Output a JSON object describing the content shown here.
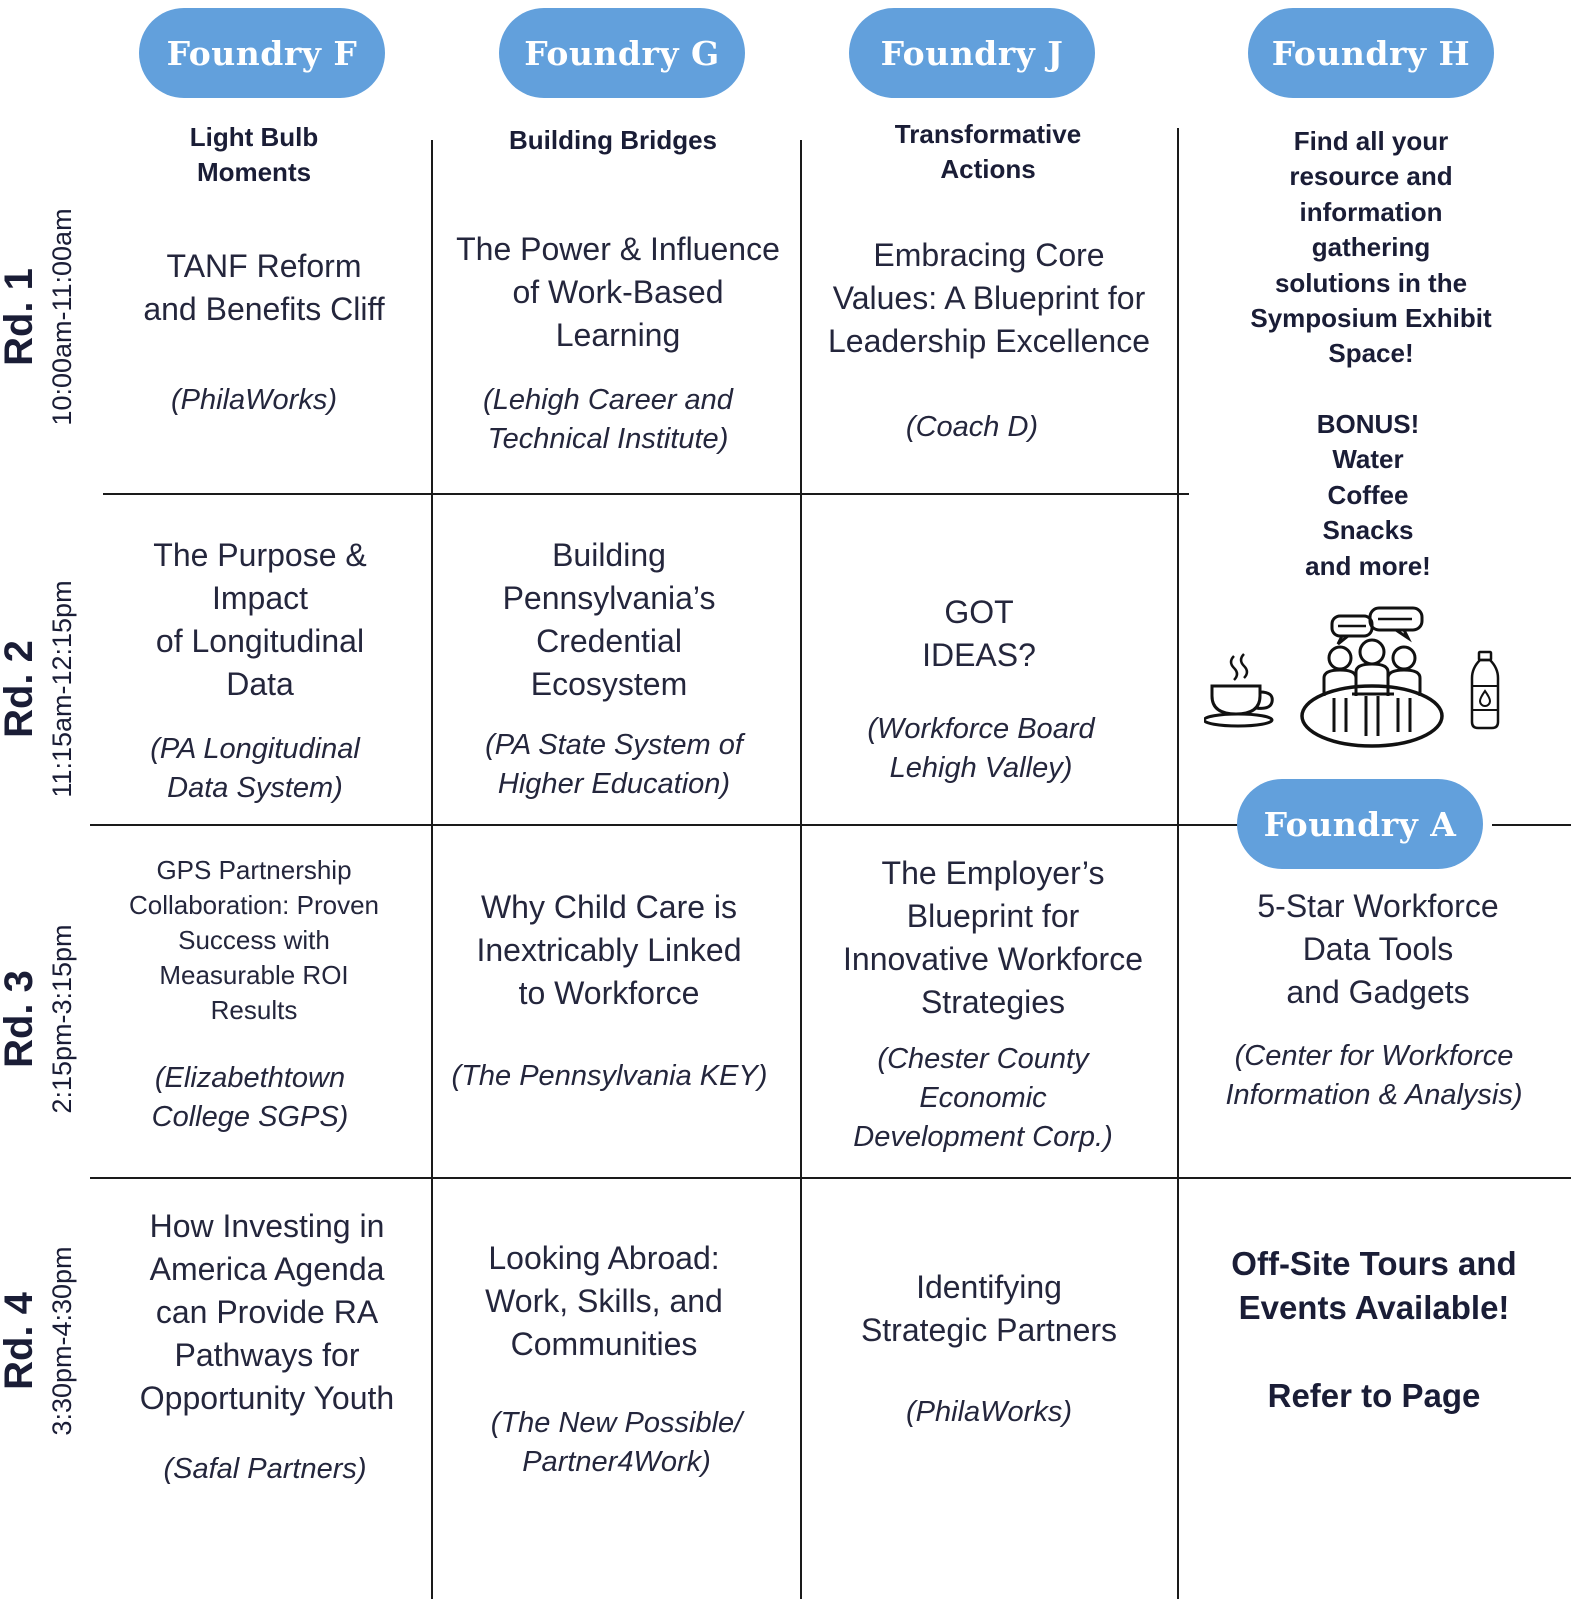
{
  "rooms": [
    "Foundry F",
    "Foundry G",
    "Foundry J",
    "Foundry H"
  ],
  "room_a": "Foundry A",
  "themes": [
    [
      "Light Bulb",
      "Moments"
    ],
    [
      "Building Bridges"
    ],
    [
      "Transformative",
      "Actions"
    ]
  ],
  "rounds": [
    {
      "label": "Rd. 1",
      "time": "10:00am-11:00am"
    },
    {
      "label": "Rd. 2",
      "time": "11:15am-12:15pm"
    },
    {
      "label": "Rd. 3",
      "time": "2:15pm-3:15pm"
    },
    {
      "label": "Rd. 4",
      "time": "3:30pm-4:30pm"
    }
  ],
  "sessions": {
    "r1": [
      {
        "title": [
          "TANF Reform",
          "and Benefits Cliff"
        ],
        "org": [
          "(PhilaWorks)"
        ]
      },
      {
        "title": [
          "The Power & Influence",
          "of Work-Based",
          "Learning"
        ],
        "org": [
          "(Lehigh Career and",
          "Technical Institute)"
        ]
      },
      {
        "title": [
          "Embracing Core",
          "Values: A Blueprint for",
          "Leadership Excellence"
        ],
        "org": [
          "(Coach D)"
        ]
      }
    ],
    "r2": [
      {
        "title": [
          "The Purpose &",
          "Impact",
          "of Longitudinal",
          "Data"
        ],
        "org": [
          "(PA Longitudinal",
          "Data System)"
        ]
      },
      {
        "title": [
          "Building",
          "Pennsylvania’s",
          "Credential",
          "Ecosystem"
        ],
        "org": [
          "(PA State System of",
          "Higher Education)"
        ]
      },
      {
        "title": [
          "GOT",
          "IDEAS?"
        ],
        "org": [
          "(Workforce Board",
          "Lehigh Valley)"
        ]
      }
    ],
    "r3": [
      {
        "title": [
          "GPS Partnership",
          "Collaboration: Proven",
          "Success with",
          "Measurable ROI",
          "Results"
        ],
        "org": [
          "(Elizabethtown",
          "College SGPS)"
        ]
      },
      {
        "title": [
          "Why Child Care is",
          "Inextricably Linked",
          "to Workforce"
        ],
        "org": [
          "(The Pennsylvania KEY)"
        ]
      },
      {
        "title": [
          "The Employer’s",
          "Blueprint for",
          "Innovative Workforce",
          "Strategies"
        ],
        "org": [
          "(Chester County",
          "Economic",
          "Development Corp.)"
        ]
      },
      {
        "title": [
          "5-Star Workforce",
          "Data Tools",
          "and Gadgets"
        ],
        "org": [
          "(Center for Workforce",
          "Information & Analysis)"
        ]
      }
    ],
    "r4": [
      {
        "title": [
          "How Investing in",
          "America Agenda",
          "can Provide RA",
          "Pathways for",
          "Opportunity Youth"
        ],
        "org": [
          "(Safal Partners)"
        ]
      },
      {
        "title": [
          "Looking Abroad:",
          "Work, Skills, and",
          "Communities"
        ],
        "org": [
          "(The New Possible/",
          "Partner4Work)"
        ]
      },
      {
        "title": [
          "Identifying",
          "Strategic Partners"
        ],
        "org": [
          "(PhilaWorks)"
        ]
      }
    ]
  },
  "exhibit": {
    "lines": [
      "Find all your",
      "resource and",
      "information",
      "gathering",
      "solutions in the",
      "Symposium Exhibit",
      "Space!"
    ],
    "bonus": [
      "BONUS!",
      "Water",
      "Coffee",
      "Snacks",
      "and more!"
    ]
  },
  "offsite": {
    "lines": [
      "Off-Site Tours and",
      "Events Available!"
    ],
    "refer": "Refer to Page"
  },
  "icons": [
    "coffee-cup-icon",
    "group-discussion-icon",
    "water-bottle-icon"
  ]
}
